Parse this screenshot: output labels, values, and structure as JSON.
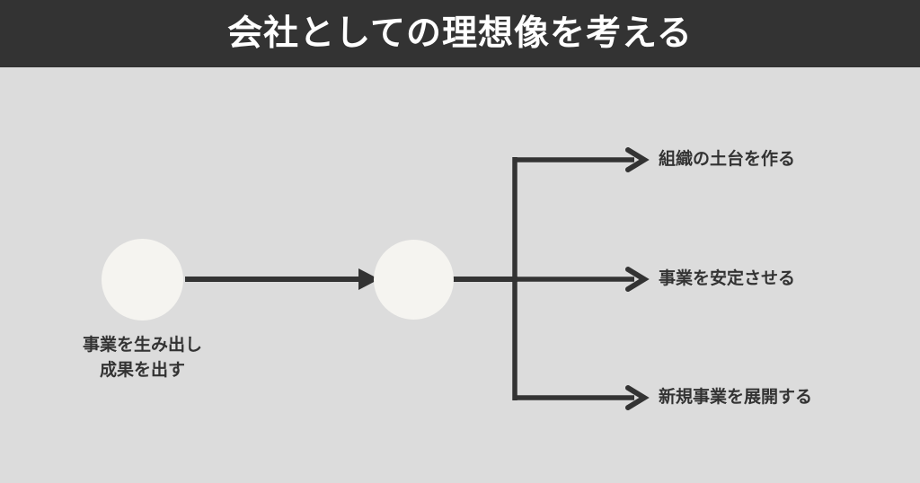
{
  "header": {
    "title": "会社としての理想像を考える",
    "background_color": "#333333",
    "text_color": "#ffffff"
  },
  "canvas": {
    "background_color": "#dcdcdc",
    "line_color": "#333333",
    "node_fill_color": "#f5f4f0",
    "label_color": "#333333"
  },
  "diagram": {
    "type": "flow",
    "origin_node": {
      "shape": "circle",
      "label_line_1": "事業を生み出し",
      "label_line_2": "成果を出す"
    },
    "stage_node": {
      "shape": "circle",
      "label": ""
    },
    "branches": [
      {
        "label": "組織の土台を作る"
      },
      {
        "label": "事業を安定させる"
      },
      {
        "label": "新規事業を展開する"
      }
    ],
    "connector_icons": {
      "main_arrow": "arrow-right-icon",
      "branch_arrow": "arrow-right-icon",
      "trunk": "vertical-connector-line"
    }
  }
}
